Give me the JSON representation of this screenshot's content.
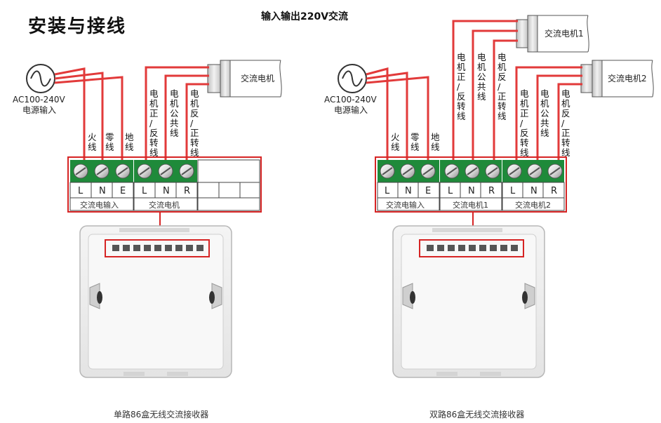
{
  "title": "安装与接线",
  "header": "输入输出220V交流",
  "power_label_1": "AC100-240V",
  "power_label_2": "电源输入",
  "wire_labels": {
    "live": "火线",
    "neutral": "零线",
    "earth": "地线",
    "motor_fwd_rev": "电机正/反转线",
    "motor_common": "电机公共线",
    "motor_rev_fwd": "电机反/正转线"
  },
  "terminals": {
    "input": [
      "L",
      "N",
      "E"
    ],
    "motor": [
      "L",
      "N",
      "R"
    ]
  },
  "group_labels": {
    "ac_input": "交流电输入",
    "ac_motor": "交流电机",
    "ac_motor_1": "交流电机1",
    "ac_motor_2": "交流电机2"
  },
  "motors": {
    "single": "交流电机",
    "double_1": "交流电机1",
    "double_2": "交流电机2"
  },
  "captions": {
    "single": "单路86盒无线交流接收器",
    "double": "双路86盒无线交流接收器"
  },
  "colors": {
    "wire": "#e23a3a",
    "terminal_green": "#1f8a3a",
    "highlight_red": "#d62424"
  }
}
